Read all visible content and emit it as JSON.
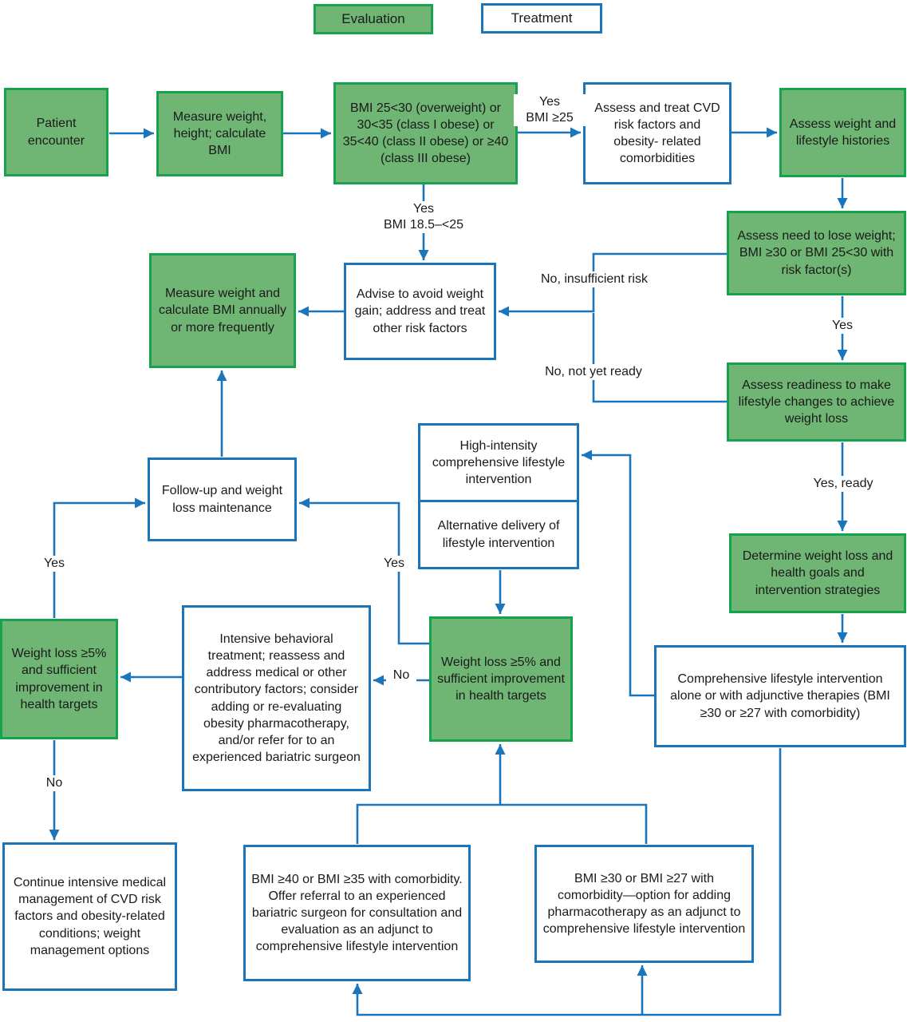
{
  "legend": {
    "evaluation": "Evaluation",
    "treatment": "Treatment"
  },
  "nodes": {
    "patient_encounter": "Patient encounter",
    "measure_bmi": "Measure weight, height; calculate BMI",
    "bmi_classes": "BMI 25<30 (overweight) or 30<35 (class I obese) or 35<40 (class II obese) or ≥40 (class III obese)",
    "assess_treat_cvd": "Assess and treat CVD risk factors and obesity- related comorbidities",
    "assess_histories": "Assess weight and lifestyle histories",
    "assess_need": "Assess need to lose weight; BMI ≥30 or BMI 25<30 with risk factor(s)",
    "measure_annually": "Measure weight and calculate BMI annually or more frequently",
    "advise_avoid_gain": "Advise to avoid weight gain; address and treat other risk factors",
    "assess_readiness": "Assess readiness to make lifestyle changes to achieve weight loss",
    "high_intensity": "High-intensity comprehensive lifestyle intervention",
    "alternative_delivery": "Alternative delivery of lifestyle intervention",
    "follow_up": "Follow-up and weight loss maintenance",
    "determine_goals": "Determine weight loss and health goals and intervention strategies",
    "weight_loss_left": "Weight loss ≥5% and sufficient improvement in health targets",
    "intensive_behavioral": "Intensive behavioral treatment; reassess and address medical or other contributory factors; consider adding or re-evaluating obesity pharmacotherapy, and/or refer for to an experienced bariatric surgeon",
    "weight_loss_center": "Weight loss ≥5% and sufficient improvement in health targets",
    "comprehensive_lifestyle": "Comprehensive lifestyle intervention alone or with adjunctive therapies (BMI ≥30 or ≥27 with comorbidity)",
    "continue_medical": "Continue intensive medical management of CVD risk factors and obesity-related conditions; weight management options",
    "bariatric_referral": "BMI ≥40 or BMI ≥35 with comorbidity. Offer referral to an experienced bariatric surgeon for consultation and evaluation as an adjunct to comprehensive lifestyle intervention",
    "pharmacotherapy_option": "BMI ≥30 or BMI ≥27 with comorbidity—option for adding pharmacotherapy as an adjunct to comprehensive lifestyle intervention"
  },
  "edge_labels": {
    "yes_bmi_ge_25": "Yes\nBMI ≥25",
    "yes_bmi_18_5_25": "Yes\nBMI 18.5–<25",
    "no_insufficient_risk": "No, insufficient risk",
    "no_not_yet_ready": "No, not yet ready",
    "yes_need": "Yes",
    "yes_ready": "Yes, ready",
    "yes_follow_left": "Yes",
    "yes_follow_mid": "Yes",
    "no_mid": "No",
    "no_left": "No"
  },
  "colors": {
    "evaluation_fill": "#6fb573",
    "evaluation_border": "#17a24e",
    "treatment_border": "#1b75bb",
    "arrow": "#1b75bb",
    "text": "#1a1a1a",
    "background": "#ffffff"
  }
}
